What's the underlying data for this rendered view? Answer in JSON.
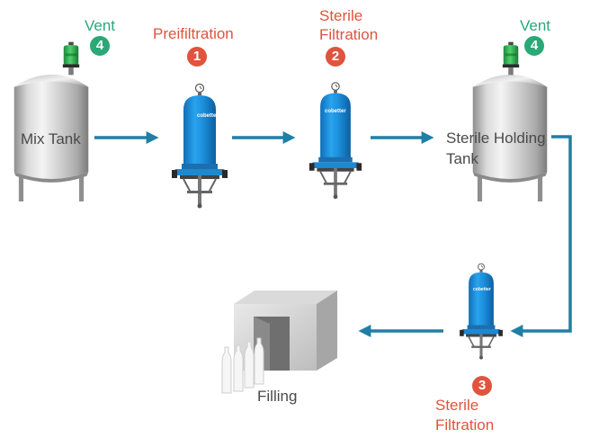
{
  "colors": {
    "arrow": "#1f7fa5",
    "step": "#e0533d",
    "vent": "#2aa876",
    "filter": "#1e90d6",
    "text": "#4a4a4a"
  },
  "mix_tank": {
    "label": "Mix Tank"
  },
  "holding_tank": {
    "label_line1": "Sterile Holding",
    "label_line2": "Tank"
  },
  "vent_left": {
    "label": "Vent",
    "number": "4"
  },
  "vent_right": {
    "label": "Vent",
    "number": "4"
  },
  "step1": {
    "label": "Preifiltration",
    "number": "1"
  },
  "step2": {
    "label_line1": "Sterile",
    "label_line2": "Filtration",
    "number": "2"
  },
  "step3": {
    "label_line1": "Sterile",
    "label_line2": "Filtration",
    "number": "3"
  },
  "filling": {
    "label": "Filling"
  },
  "filter_brand": "cobetter",
  "icons": [
    "tank-icon",
    "filter-housing-icon",
    "vent-filter-icon",
    "filling-machine-icon",
    "bottle-icon",
    "arrow-icon"
  ]
}
